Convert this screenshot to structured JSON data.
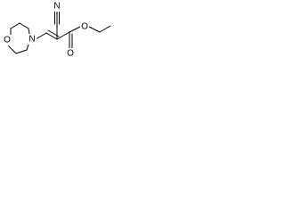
{
  "structure": {
    "name": "",
    "atoms": {
      "morpholine_oxygen": "O",
      "morpholine_nitrogen": "N",
      "nitrile_nitrogen": "N",
      "carbonyl_oxygen": "O",
      "ester_oxygen": "O"
    },
    "bond_color": "#000000",
    "background": "#ffffff"
  }
}
